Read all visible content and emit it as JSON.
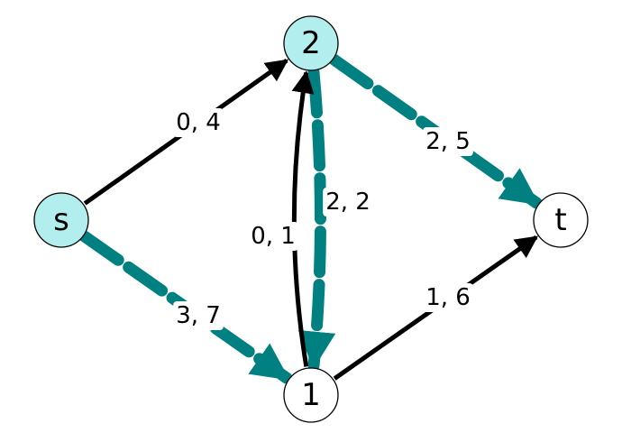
{
  "colors": {
    "highlight_edge": "#008080",
    "highlight_node": "#b2eeee",
    "plain_node": "#ffffff",
    "plain_edge": "#000000"
  },
  "nodes": [
    {
      "id": "s",
      "label": "s",
      "highlighted": true
    },
    {
      "id": "2",
      "label": "2",
      "highlighted": true
    },
    {
      "id": "1",
      "label": "1",
      "highlighted": false
    },
    {
      "id": "t",
      "label": "t",
      "highlighted": false
    }
  ],
  "edges": [
    {
      "id": "s-2",
      "from": "s",
      "to": "2",
      "label": "0, 4",
      "highlighted": false
    },
    {
      "id": "s-1",
      "from": "s",
      "to": "1",
      "label": "3, 7",
      "highlighted": true
    },
    {
      "id": "2-1",
      "from": "2",
      "to": "1",
      "label": "0, 1",
      "highlighted": true
    },
    {
      "id": "1-2",
      "from": "1",
      "to": "2",
      "label": "2, 2",
      "highlighted": false
    },
    {
      "id": "2-t",
      "from": "2",
      "to": "t",
      "label": "2, 5",
      "highlighted": true
    },
    {
      "id": "1-t",
      "from": "1",
      "to": "t",
      "label": "1, 6",
      "highlighted": false
    }
  ]
}
